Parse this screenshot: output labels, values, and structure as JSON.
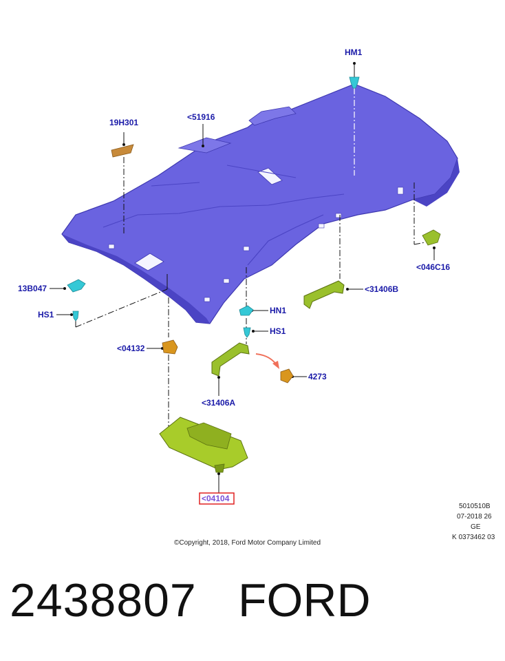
{
  "callouts": {
    "hm1": "HM1",
    "c19h301": "19H301",
    "c51916": "<51916",
    "c13b047": "13B047",
    "hs1_left": "HS1",
    "hn1": "HN1",
    "hs1_right": "HS1",
    "c046c16": "<046C16",
    "c31406b": "<31406B",
    "c04132": "<04132",
    "c4273": "4273",
    "c31406a": "<31406A",
    "c04104": "<04104"
  },
  "meta": {
    "code": "5010510B",
    "date": "07-2018 26",
    "region": "GE",
    "ref": "K 0373462 03"
  },
  "copyright": "©Copyright, 2018, Ford Motor Company Limited",
  "footer": {
    "part_number": "2438807",
    "brand": "FORD"
  },
  "colors": {
    "headliner": "#6a63e0",
    "headliner_shade": "#4b44c4",
    "handle": "#9ac02c",
    "visor": "#a8cc2a",
    "clip": "#d9961e",
    "fastener": "#35c8d6",
    "highlight_box": "#e02020",
    "arrow": "#f0705a",
    "callout_text": "#1a1aa8"
  }
}
